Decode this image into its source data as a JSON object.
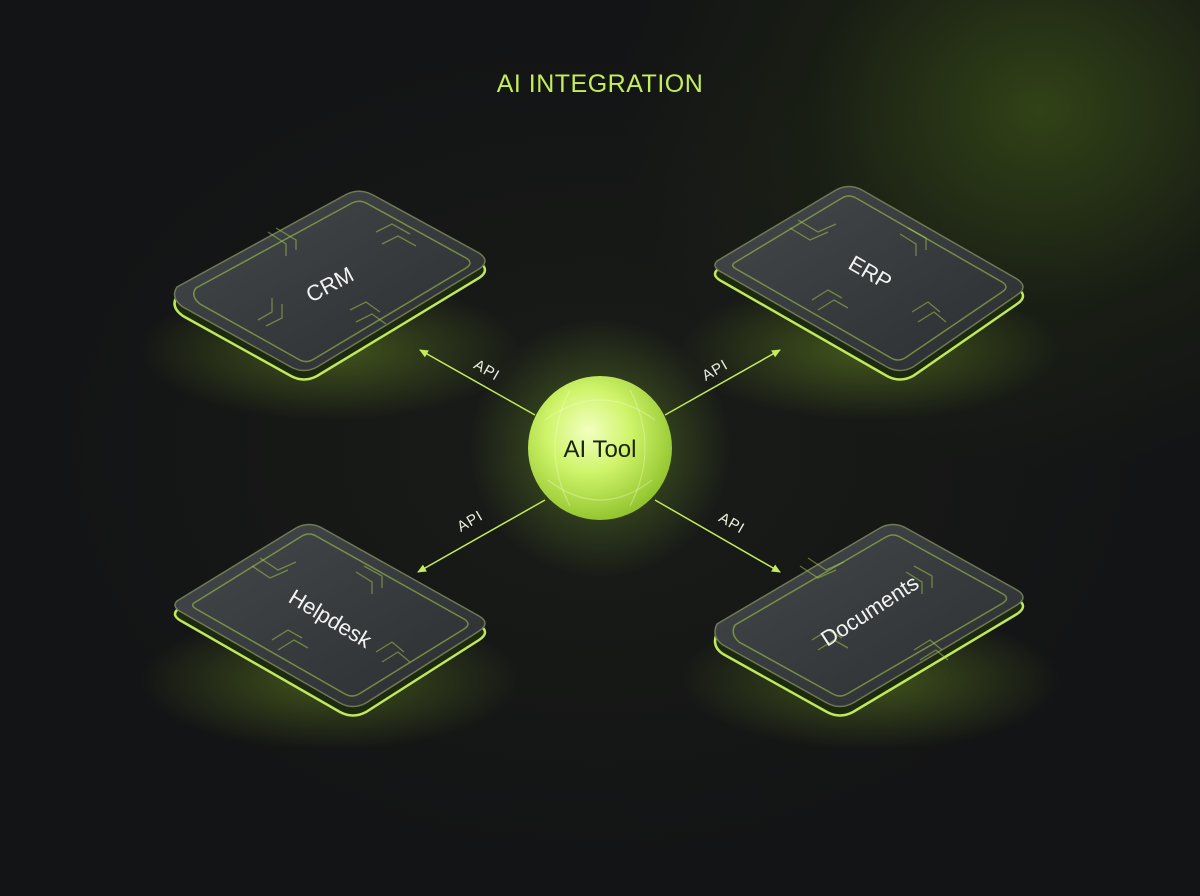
{
  "title": "AI INTEGRATION",
  "hub": {
    "label": "AI Tool",
    "icon": "sphere-glow"
  },
  "modules": [
    {
      "id": "crm",
      "label": "CRM"
    },
    {
      "id": "erp",
      "label": "ERP"
    },
    {
      "id": "helpdesk",
      "label": "Helpdesk"
    },
    {
      "id": "documents",
      "label": "Documents"
    }
  ],
  "connections": [
    {
      "from": "AI Tool",
      "to": "CRM",
      "label": "API"
    },
    {
      "from": "AI Tool",
      "to": "ERP",
      "label": "API"
    },
    {
      "from": "AI Tool",
      "to": "Helpdesk",
      "label": "API"
    },
    {
      "from": "AI Tool",
      "to": "Documents",
      "label": "API"
    }
  ],
  "colors": {
    "accent": "#c5ec5a",
    "background": "#131415",
    "tile": "#34373a"
  }
}
